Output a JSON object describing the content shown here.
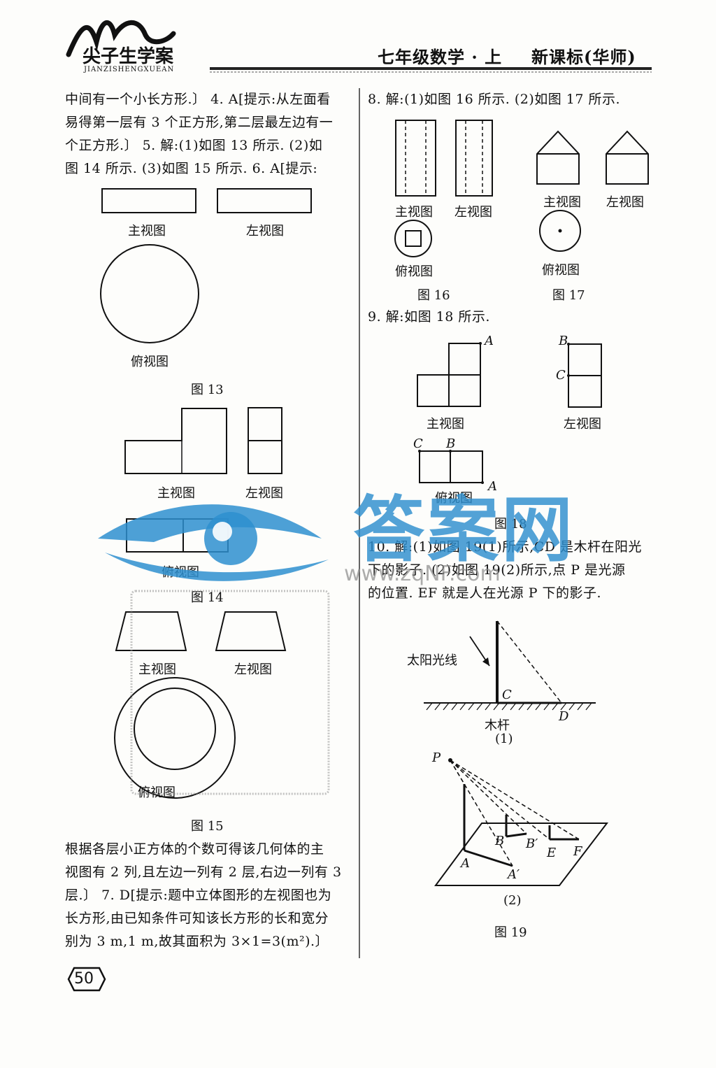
{
  "header": {
    "logo_cn": "尖子生学案",
    "logo_en": "JIANZISHENGXUEAN",
    "subject": "七年级数学 · 上",
    "edition": "新课标(华师)"
  },
  "left": {
    "intro_lines": [
      "中间有一个小长方形.〕 4. A[提示:从左面看",
      "易得第一层有 3 个正方形,第二层最左边有一",
      "个正方形.〕 5. 解:(1)如图 13 所示.  (2)如",
      "图 14 所示.  (3)如图 15 所示.  6. A[提示:"
    ],
    "fig13": {
      "front": "主视图",
      "left": "左视图",
      "top": "俯视图",
      "caption": "图 13"
    },
    "fig14": {
      "front": "主视图",
      "left": "左视图",
      "top": "俯视图",
      "caption": "图 14"
    },
    "fig15": {
      "front": "主视图",
      "left": "左视图",
      "top": "俯视图",
      "caption": "图 15"
    },
    "outro_lines": [
      "根据各层小正方体的个数可得该几何体的主",
      "视图有 2 列,且左边一列有 2 层,右边一列有 3",
      "层.〕 7. D[提示:题中立体图形的左视图也为",
      "长方形,由已知条件可知该长方形的长和宽分",
      "别为 3 m,1 m,故其面积为 3×1=3(m²).〕"
    ]
  },
  "right": {
    "q8": "8. 解:(1)如图 16 所示.  (2)如图 17 所示.",
    "fig16": {
      "front": "主视图",
      "left": "左视图",
      "top": "俯视图",
      "caption": "图 16"
    },
    "fig17": {
      "front": "主视图",
      "left": "左视图",
      "top": "俯视图",
      "caption": "图 17"
    },
    "q9": "9. 解:如图 18 所示.",
    "fig18": {
      "front": "主视图",
      "left": "左视图",
      "top": "俯视图",
      "caption": "图 18",
      "pts": {
        "a": "A",
        "b": "B",
        "c": "C"
      }
    },
    "q10_lines": [
      "10. 解:(1)如图 19(1)所示,CD 是木杆在阳光",
      "下的影子.  (2)如图 19(2)所示,点 P 是光源",
      "的位置. EF 就是人在光源 P 下的影子."
    ],
    "fig19": {
      "sunlight": "太阳光线",
      "pole": "木杆",
      "c": "C",
      "d": "D",
      "sub1": "(1)",
      "p": "P",
      "a": "A",
      "a2": "A′",
      "b": "B",
      "b2": "B′",
      "e": "E",
      "f": "F",
      "sub2": "(2)",
      "caption": "图 19"
    }
  },
  "page_number": "50",
  "watermark": {
    "brand": "答案网",
    "url": "www.zqNF.com"
  }
}
